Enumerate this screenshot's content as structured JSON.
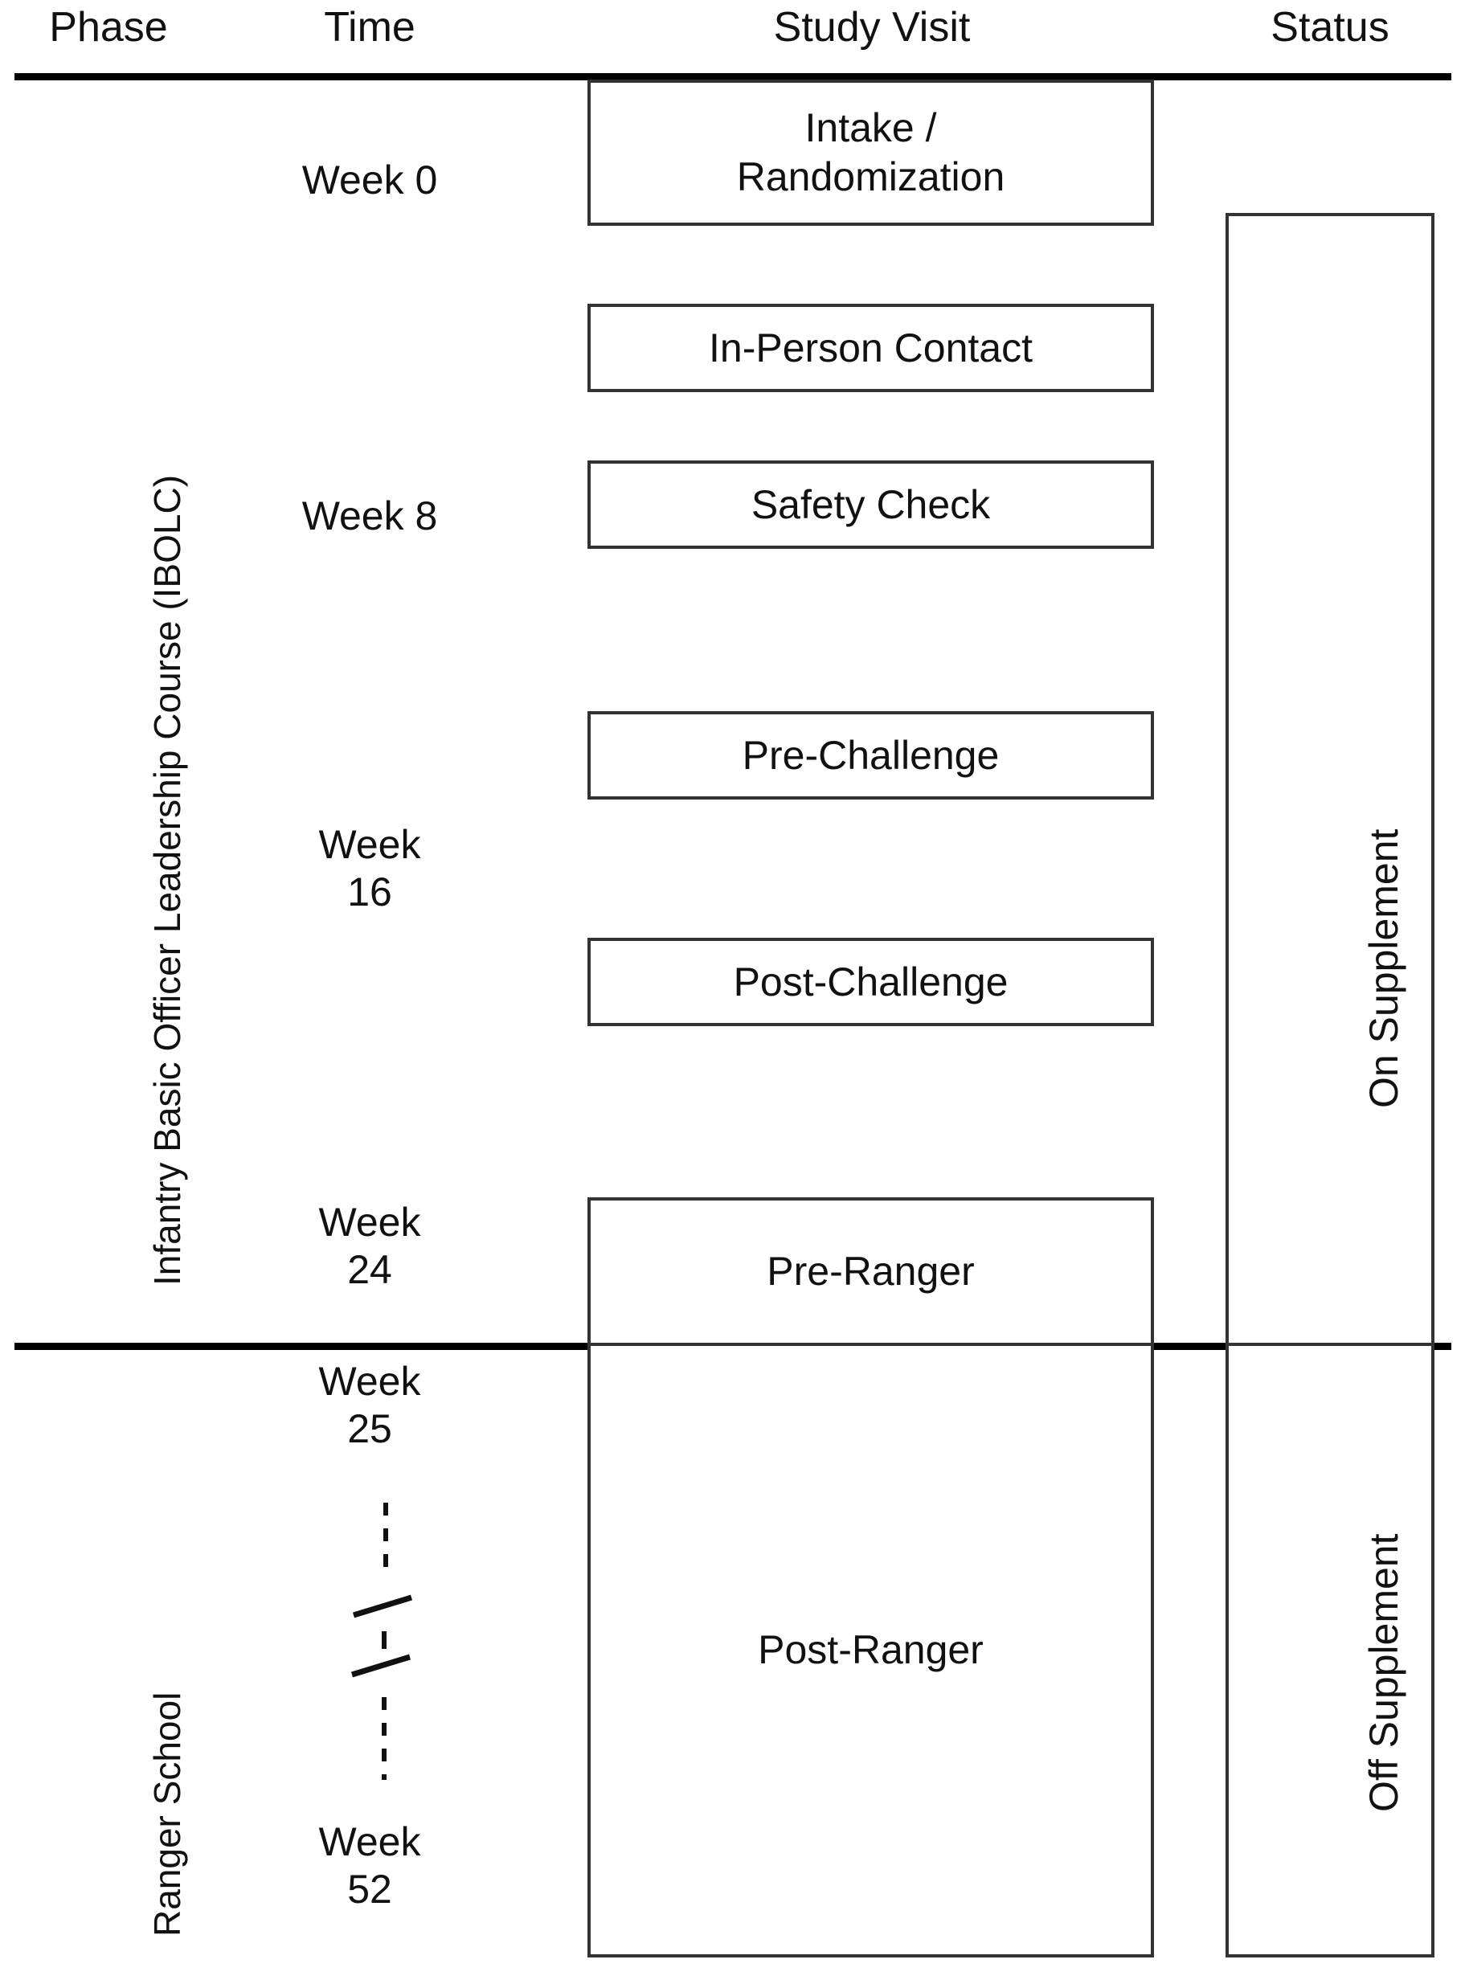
{
  "figure": {
    "kind": "study-visit-schedule-table",
    "background": "#ffffff",
    "ink": "#111111",
    "rule_color": "#000000",
    "box_border_color": "#333333"
  },
  "headers": {
    "phase": "Phase",
    "time": "Time",
    "study_visit": "Study Visit",
    "status": "Status"
  },
  "phases": [
    {
      "id": "ibolc",
      "label": "Infantry Basic Officer Leadership Course (IBOLC)"
    },
    {
      "id": "ranger",
      "label": "Ranger School"
    }
  ],
  "time_points": [
    {
      "id": "week-0",
      "label": "Week 0"
    },
    {
      "id": "week-8",
      "label": "Week 8"
    },
    {
      "id": "week-16",
      "label": "Week\n16"
    },
    {
      "id": "week-24",
      "label": "Week\n24"
    },
    {
      "id": "week-25",
      "label": "Week\n25"
    },
    {
      "id": "week-52",
      "label": "Week\n52"
    }
  ],
  "time_break": {
    "id": "axis-break",
    "label": "axis break between Week 25 and Week 52"
  },
  "study_visits": [
    {
      "id": "intake-randomization",
      "label": "Intake /\nRandomization"
    },
    {
      "id": "in-person-contact",
      "label": "In-Person Contact"
    },
    {
      "id": "safety-check",
      "label": "Safety Check"
    },
    {
      "id": "pre-challenge",
      "label": "Pre-Challenge"
    },
    {
      "id": "post-challenge",
      "label": "Post-Challenge"
    },
    {
      "id": "pre-ranger",
      "label": "Pre-Ranger"
    },
    {
      "id": "post-ranger",
      "label": "Post-Ranger"
    }
  ],
  "statuses": [
    {
      "id": "on-supplement",
      "label": "On Supplement"
    },
    {
      "id": "off-supplement",
      "label": "Off Supplement"
    }
  ]
}
